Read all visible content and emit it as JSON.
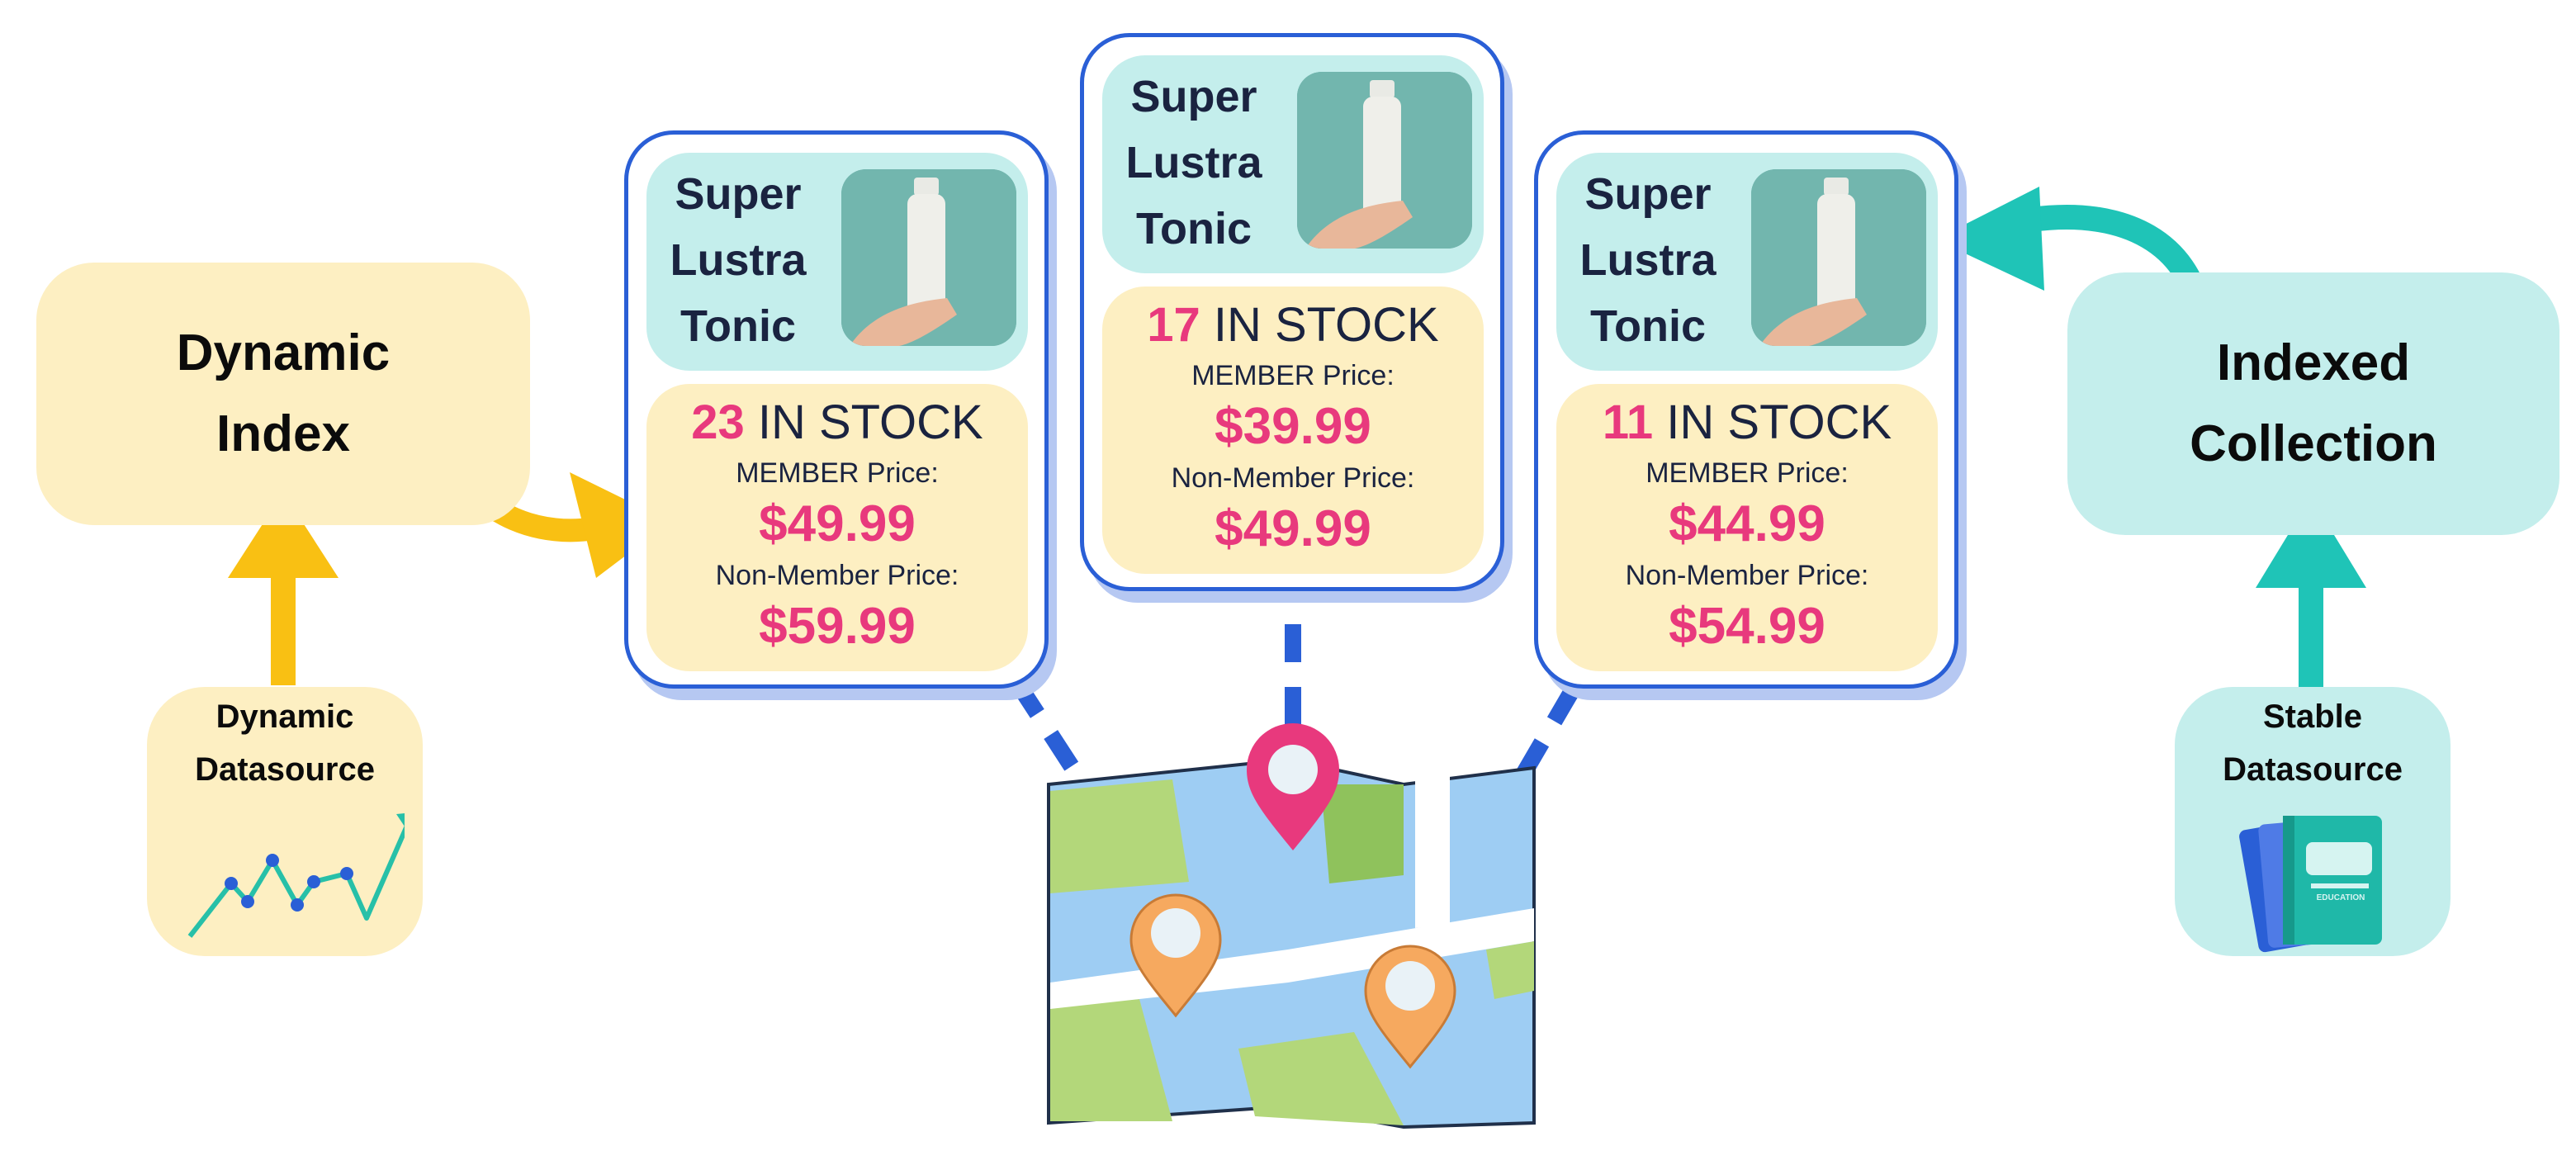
{
  "dynamic_index": {
    "line1": "Dynamic",
    "line2": "Index"
  },
  "indexed_collection": {
    "line1": "Indexed",
    "line2": "Collection"
  },
  "dynamic_datasource": {
    "line1": "Dynamic",
    "line2": "Datasource"
  },
  "stable_datasource": {
    "line1": "Stable",
    "line2": "Datasource",
    "book_label": "EDUCATION"
  },
  "product_cards": [
    {
      "title": [
        "Super",
        "Lustra",
        "Tonic"
      ],
      "stock_count": "23",
      "stock_label": "IN STOCK",
      "member_label": "MEMBER Price:",
      "member_price": "$49.99",
      "nonmember_label": "Non-Member Price:",
      "nonmember_price": "$59.99"
    },
    {
      "title": [
        "Super",
        "Lustra",
        "Tonic"
      ],
      "stock_count": "17",
      "stock_label": "IN STOCK",
      "member_label": "MEMBER Price:",
      "member_price": "$39.99",
      "nonmember_label": "Non-Member Price:",
      "nonmember_price": "$49.99"
    },
    {
      "title": [
        "Super",
        "Lustra",
        "Tonic"
      ],
      "stock_count": "11",
      "stock_label": "IN STOCK",
      "member_label": "MEMBER Price:",
      "member_price": "$44.99",
      "nonmember_label": "Non-Member Price:",
      "nonmember_price": "$54.99"
    }
  ],
  "colors": {
    "yellow_box": "#fdefc2",
    "teal_box": "#c4eeec",
    "yellow_arrow": "#f9c013",
    "teal_arrow": "#1fc4b7",
    "card_border": "#2a5fd6",
    "price_pink": "#e8397d",
    "map_pin_pink": "#e8397d",
    "map_pin_orange": "#f6a95f",
    "dash_blue": "#2a5fd6"
  },
  "icons": [
    "bottle-photo",
    "trend-line-icon",
    "books-icon",
    "map-icon",
    "map-pin-icon"
  ]
}
